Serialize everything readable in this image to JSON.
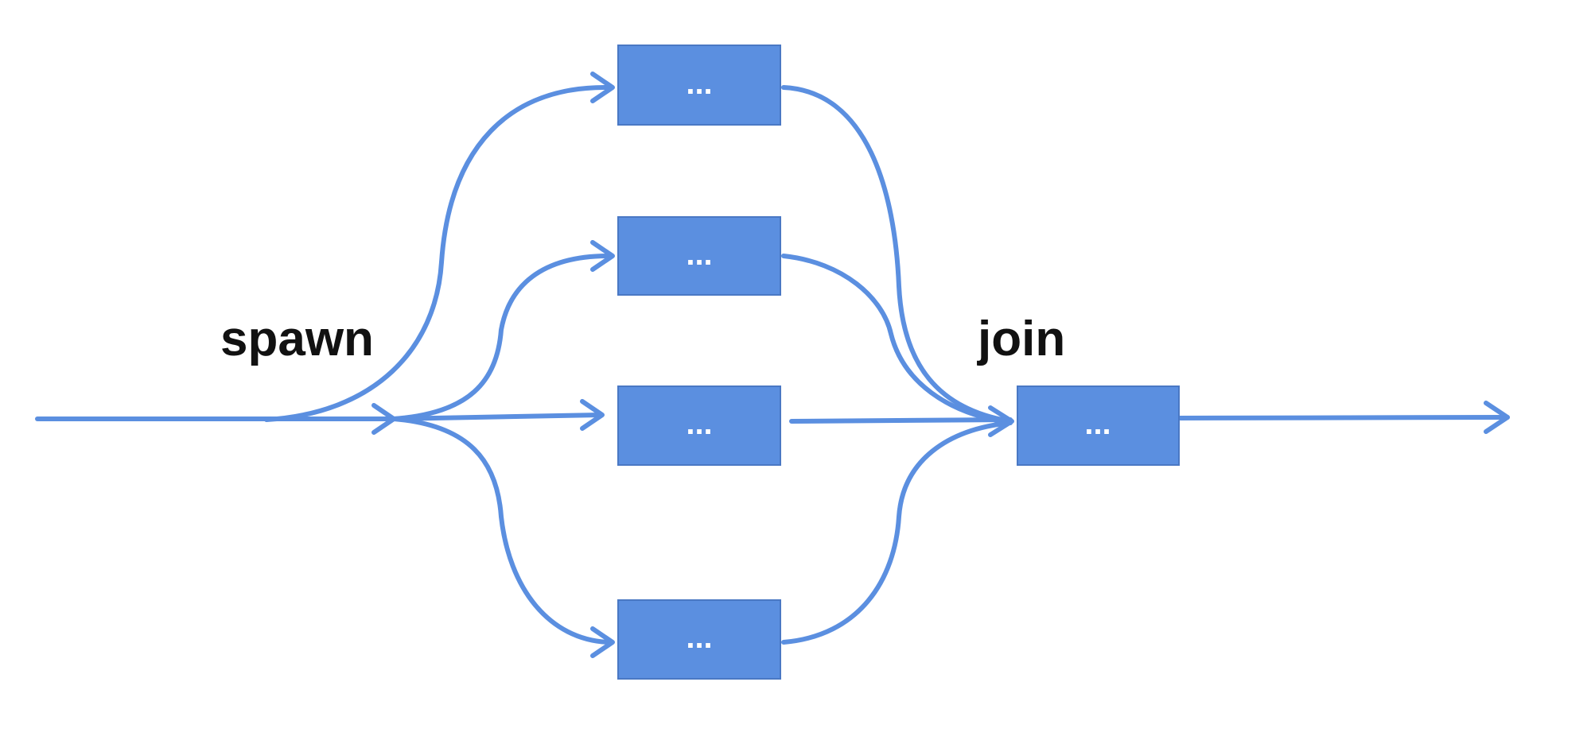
{
  "diagram": {
    "labels": {
      "spawn": "spawn",
      "join": "join"
    },
    "tasks": [
      {
        "id": "task-1",
        "text": "..."
      },
      {
        "id": "task-2",
        "text": "..."
      },
      {
        "id": "task-3",
        "text": "..."
      },
      {
        "id": "task-4",
        "text": "..."
      }
    ],
    "join_node": {
      "text": "..."
    }
  },
  "colors": {
    "accent": "#5b8fe0",
    "label": "#111111",
    "node_text": "#ffffff"
  }
}
